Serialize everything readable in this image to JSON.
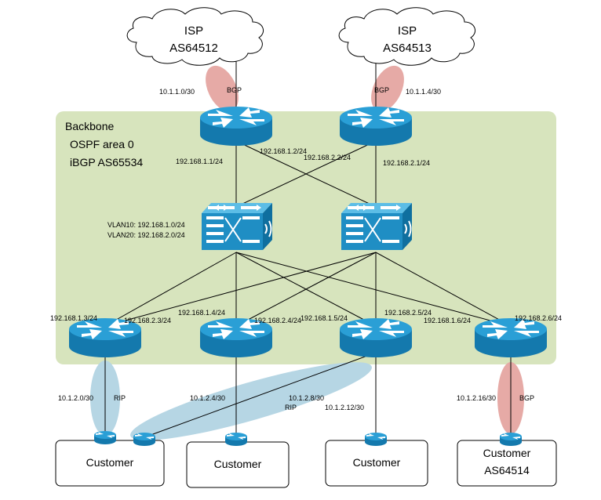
{
  "isps": [
    {
      "name": "ISP",
      "as": "AS64512"
    },
    {
      "name": "ISP",
      "as": "AS64513"
    }
  ],
  "backbone": {
    "title": "Backbone",
    "line1": "OSPF area 0",
    "line2": "iBGP AS65534"
  },
  "links": {
    "isp1_subnet": "10.1.1.0/30",
    "isp1_proto": "BGP",
    "isp2_subnet": "10.1.1.4/30",
    "isp2_proto": "BGP",
    "core1_a": "192.168.1.1/24",
    "core1_b": "192.168.1.2/24",
    "core2_a": "192.168.2.2/24",
    "core2_b": "192.168.2.1/24",
    "vlan10": "VLAN10: 192.168.1.0/24",
    "vlan20": "VLAN20: 192.168.2.0/24",
    "acc1_a": "192.168.1.3/24",
    "acc1_b": "192.168.2.3/24",
    "acc2_a": "192.168.1.4/24",
    "acc2_b": "192.168.2.4/24",
    "acc3_a": "192.168.1.5/24",
    "acc3_b": "192.168.2.5/24",
    "acc4_a": "192.168.1.6/24",
    "acc4_b": "192.168.2.6/24",
    "cust1_subnet": "10.1.2.0/30",
    "cust1_proto": "RIP",
    "cust2_subnet": "10.1.2.4/30",
    "cust3_subnet": "10.1.2.8/30",
    "cust3_proto": "RIP",
    "cust4_subnet": "10.1.2.12/30",
    "cust5_subnet": "10.1.2.16/30",
    "cust5_proto": "BGP"
  },
  "customers": [
    {
      "label": "Customer"
    },
    {
      "label": "Customer"
    },
    {
      "label": "Customer"
    },
    {
      "label": "Customer",
      "as": "AS64514"
    }
  ],
  "colors": {
    "backbone_fill": "#d7e4bd",
    "router_body": "#1b87bd",
    "router_top": "#2c9fd4",
    "router_dark": "#0e5f86",
    "bgp_highlight": "#e6aaa6",
    "rip_highlight": "#b6d6e4"
  }
}
